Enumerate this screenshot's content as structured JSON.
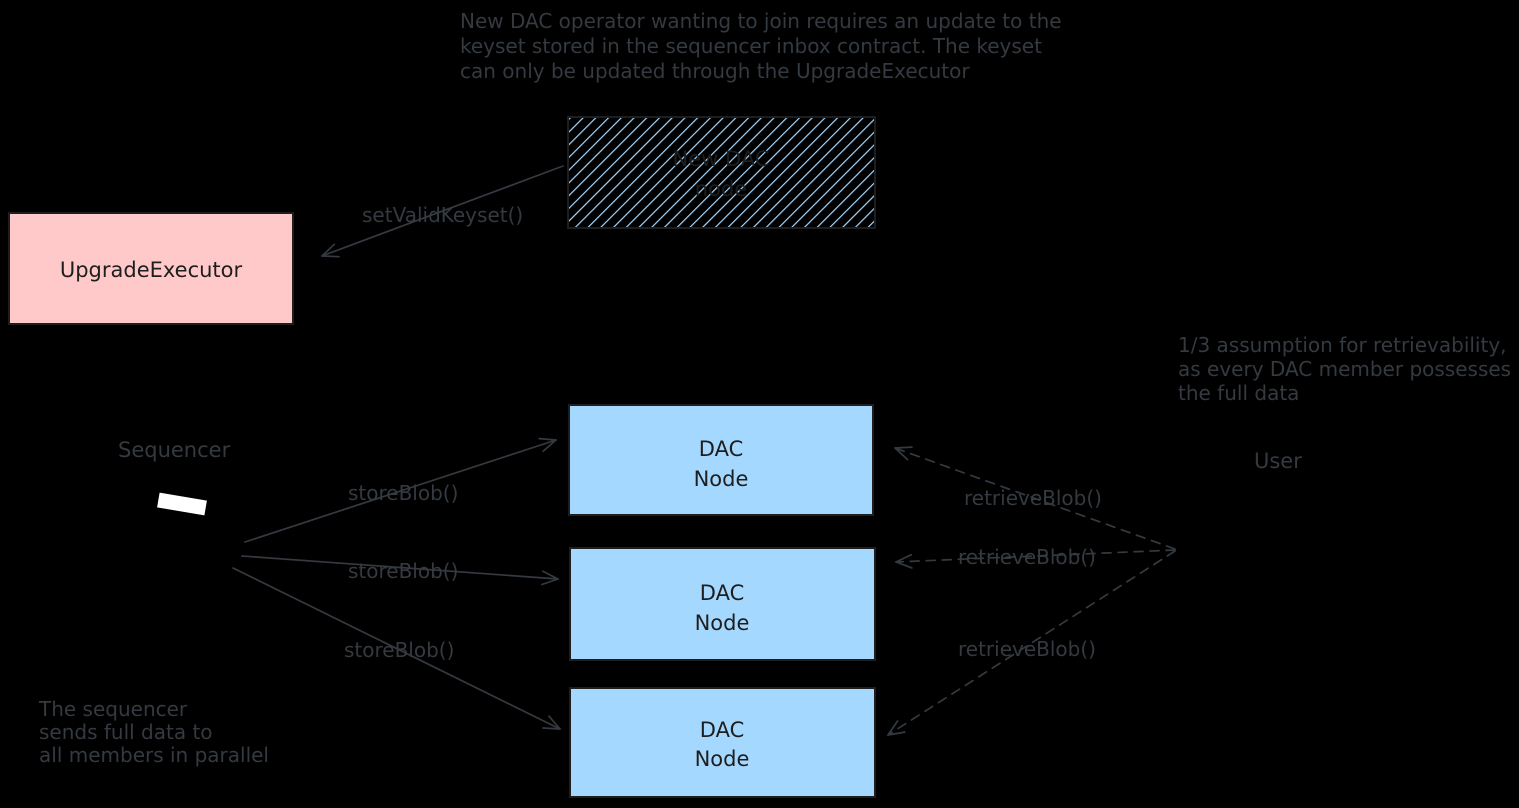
{
  "colors": {
    "background": "#000000",
    "box_stroke": "#1e1e1e",
    "box_text": "#1e1e1e",
    "annotation": "#343a40",
    "pink": "#ffc9c9",
    "light_blue": "#a5d8ff",
    "white": "#ffffff"
  },
  "notes": {
    "keyset_note": {
      "lines": [
        "New DAC operator wanting to join requires an update to the",
        "keyset stored in the sequencer inbox contract. The keyset",
        "can only be updated through the UpgradeExecutor"
      ]
    },
    "retrievability_note": {
      "lines": [
        "1/3 assumption for retrievability,",
        "as every DAC member possesses",
        "the full data"
      ]
    },
    "parallel_note": {
      "lines": [
        "The sequencer",
        "sends full data to",
        "all members in parallel"
      ]
    }
  },
  "actors": {
    "sequencer": "Sequencer",
    "user": "User"
  },
  "boxes": {
    "upgrade_executor": {
      "label": "UpgradeExecutor"
    },
    "new_dac_node": {
      "lines": [
        "New DAC",
        "node"
      ]
    },
    "dac_node_1": {
      "lines": [
        "DAC",
        "Node"
      ]
    },
    "dac_node_2": {
      "lines": [
        "DAC",
        "Node"
      ]
    },
    "dac_node_3": {
      "lines": [
        "DAC",
        "Node"
      ]
    }
  },
  "arrows": {
    "set_valid_keyset": "setValidKeyset()",
    "store_blob_1": "storeBlob()",
    "store_blob_2": "storeBlob()",
    "store_blob_3": "storeBlob()",
    "retrieve_blob_1": "retrieveBlob()",
    "retrieve_blob_2": "retrieveBlob()",
    "retrieve_blob_3": "retrieveBlob()"
  }
}
